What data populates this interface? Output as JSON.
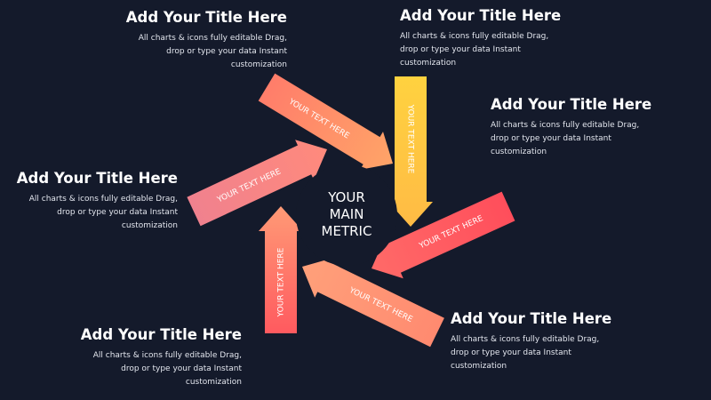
{
  "center": {
    "lines": [
      "YOUR",
      "MAIN",
      "METRIC"
    ],
    "color": "#141a2b"
  },
  "arrows": [
    {
      "label": "YOUR TEXT HERE",
      "gradient": [
        "#ff5a5f",
        "#ff9a76"
      ]
    },
    {
      "label": "YOUR TEXT HERE",
      "gradient": [
        "#f0818e",
        "#ff8a7c"
      ]
    },
    {
      "label": "YOUR TEXT HERE",
      "gradient": [
        "#ff7d6a",
        "#ffa468"
      ]
    },
    {
      "label": "YOUR TEXT HERE",
      "gradient": [
        "#ffd23f",
        "#ffbb45"
      ]
    },
    {
      "label": "YOUR TEXT HERE",
      "gradient": [
        "#ff4e5b",
        "#ff6a68"
      ]
    },
    {
      "label": "YOUR TEXT HERE",
      "gradient": [
        "#ff8a70",
        "#ffa07a"
      ]
    }
  ],
  "blocks": [
    {
      "title": "Add Your Title Here",
      "desc_lines": [
        "All charts & icons fully editable Drag,",
        "drop or type your data Instant",
        "customization"
      ]
    },
    {
      "title": "Add Your Title Here",
      "desc_lines": [
        "All charts & icons fully editable Drag,",
        "drop or type your data Instant",
        "customization"
      ]
    },
    {
      "title": "Add Your Title Here",
      "desc_lines": [
        "All charts & icons fully editable Drag,",
        "drop or type your data Instant",
        "customization"
      ]
    },
    {
      "title": "Add Your Title Here",
      "desc_lines": [
        "All charts & icons fully editable Drag,",
        "drop or type your data Instant",
        "customization"
      ]
    },
    {
      "title": "Add Your Title Here",
      "desc_lines": [
        "All charts & icons fully editable Drag,",
        "drop or type your data Instant",
        "customization"
      ]
    },
    {
      "title": "Add Your Title Here",
      "desc_lines": [
        "All charts & icons fully editable Drag,",
        "drop or type your data Instant",
        "customization"
      ]
    }
  ],
  "colors": {
    "background": "#141a2b",
    "text": "#ffffff"
  }
}
